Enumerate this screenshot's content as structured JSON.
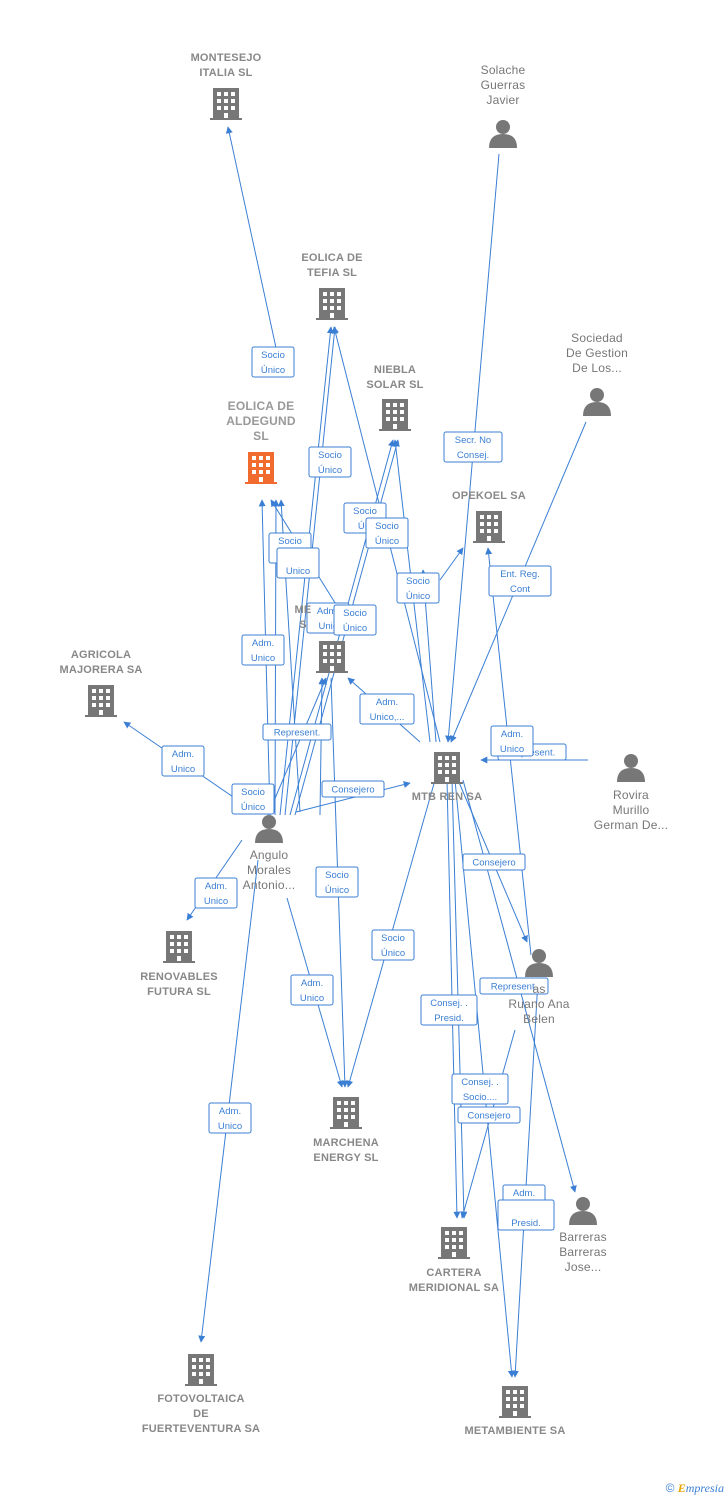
{
  "colors": {
    "edge": "#3b7fd4",
    "node": "#777777",
    "focus": "#f26b2e"
  },
  "nodes": [
    {
      "id": "montesejo",
      "type": "company",
      "label": [
        "MONTESEJO",
        "ITALIA  SL"
      ]
    },
    {
      "id": "solache",
      "type": "person",
      "label": [
        "Solache",
        "Guerras",
        "Javier"
      ]
    },
    {
      "id": "eolica_tefia",
      "type": "company",
      "label": [
        "EOLICA DE",
        "TEFIA  SL"
      ]
    },
    {
      "id": "sociedad_gestion",
      "type": "person",
      "label": [
        "Sociedad",
        "De Gestion",
        "De Los..."
      ]
    },
    {
      "id": "niebla",
      "type": "company",
      "label": [
        "NIEBLA",
        "SOLAR  SL"
      ]
    },
    {
      "id": "eolica_aldegund",
      "type": "company",
      "focus": true,
      "label": [
        "EOLICA DE",
        "ALDEGUND",
        "SL"
      ]
    },
    {
      "id": "opekoel",
      "type": "company",
      "label": [
        "OPEKOEL SA"
      ]
    },
    {
      "id": "me_sl",
      "type": "company",
      "label": [
        "ME",
        "S"
      ]
    },
    {
      "id": "agricola",
      "type": "company",
      "label": [
        "AGRICOLA",
        "MAJORERA SA"
      ]
    },
    {
      "id": "mtb_ren",
      "type": "company",
      "label": [
        "MTB REN SA"
      ]
    },
    {
      "id": "rovira",
      "type": "person",
      "label": [
        "Rovira",
        "Murillo",
        "German De..."
      ]
    },
    {
      "id": "angulo",
      "type": "person",
      "label": [
        "Angulo",
        "Morales",
        "Antonio..."
      ]
    },
    {
      "id": "renovables",
      "type": "company",
      "label": [
        "RENOVABLES",
        "FUTURA SL"
      ]
    },
    {
      "id": "ruano",
      "type": "person",
      "label": [
        "as",
        "Ruano Ana",
        "Belen"
      ]
    },
    {
      "id": "marchena",
      "type": "company",
      "label": [
        "MARCHENA",
        "ENERGY  SL"
      ]
    },
    {
      "id": "cartera",
      "type": "company",
      "label": [
        "CARTERA",
        "MERIDIONAL SA"
      ]
    },
    {
      "id": "barreras",
      "type": "person",
      "label": [
        "Barreras",
        "Barreras",
        "Jose..."
      ]
    },
    {
      "id": "fotovoltaica",
      "type": "company",
      "label": [
        "FOTOVOLTAICA",
        "DE",
        "FUERTEVENTURA SA"
      ]
    },
    {
      "id": "metambiente",
      "type": "company",
      "label": [
        "METAMBIENTE SA"
      ]
    }
  ],
  "tags": [
    {
      "id": "t1",
      "lines": [
        "Socio",
        "Único"
      ]
    },
    {
      "id": "t2",
      "lines": [
        "Secr.  No",
        "Consej."
      ]
    },
    {
      "id": "t3",
      "lines": [
        "Socio",
        "Único"
      ]
    },
    {
      "id": "t4",
      "lines": [
        "Socio",
        "Úni"
      ]
    },
    {
      "id": "t5",
      "lines": [
        "Socio",
        "Único"
      ]
    },
    {
      "id": "t6",
      "lines": [
        "Socio",
        "Único"
      ]
    },
    {
      "id": "t7",
      "lines": [
        "",
        "Unico"
      ]
    },
    {
      "id": "t8",
      "lines": [
        "Socio",
        "Único"
      ]
    },
    {
      "id": "t9",
      "lines": [
        "Ent.  Reg.",
        "Cont"
      ]
    },
    {
      "id": "t10",
      "lines": [
        "Adm.",
        "Unic"
      ]
    },
    {
      "id": "t11",
      "lines": [
        "Socio",
        "Único"
      ]
    },
    {
      "id": "t12",
      "lines": [
        "Adm.",
        "Unico"
      ]
    },
    {
      "id": "t13",
      "lines": [
        "Adm.",
        "Unico,..."
      ]
    },
    {
      "id": "t14",
      "lines": [
        "Represent."
      ]
    },
    {
      "id": "t15",
      "lines": [
        "Adm.",
        "Unico"
      ]
    },
    {
      "id": "t16",
      "lines": [
        "Represent."
      ]
    },
    {
      "id": "t17",
      "lines": [
        "Adm.",
        "Unico"
      ]
    },
    {
      "id": "t18",
      "lines": [
        "Socio",
        "Único"
      ]
    },
    {
      "id": "t19",
      "lines": [
        "Consejero"
      ]
    },
    {
      "id": "t20",
      "lines": [
        "Consejero"
      ]
    },
    {
      "id": "t21",
      "lines": [
        "Adm.",
        "Unico"
      ]
    },
    {
      "id": "t22",
      "lines": [
        "Socio",
        "Único"
      ]
    },
    {
      "id": "t23",
      "lines": [
        "Socio",
        "Único"
      ]
    },
    {
      "id": "t24",
      "lines": [
        "Represent."
      ]
    },
    {
      "id": "t25",
      "lines": [
        "Adm.",
        "Unico"
      ]
    },
    {
      "id": "t26",
      "lines": [
        "Consej. .",
        "Presid."
      ]
    },
    {
      "id": "t27",
      "lines": [
        "Consej. .",
        "Socio...."
      ]
    },
    {
      "id": "t28",
      "lines": [
        "Consejero"
      ]
    },
    {
      "id": "t29",
      "lines": [
        "Adm.",
        "Unico"
      ]
    },
    {
      "id": "t30",
      "lines": [
        "Adm.",
        "Unico"
      ]
    },
    {
      "id": "t31",
      "lines": [
        "",
        "Presid."
      ]
    }
  ],
  "footer": {
    "copyright": "©",
    "brand_first": "E",
    "brand_rest": "mpresia"
  }
}
